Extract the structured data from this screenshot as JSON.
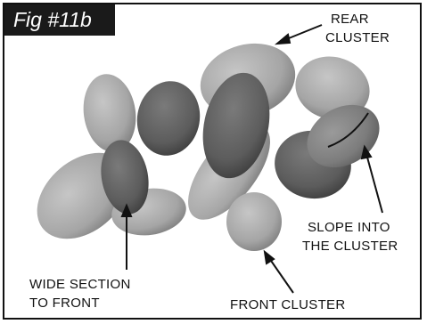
{
  "figure": {
    "tag": "Fig #11b",
    "labels": {
      "rear_cluster": [
        "REAR",
        "CLUSTER"
      ],
      "slope": [
        "SLOPE INTO",
        "THE CLUSTER"
      ],
      "wide_section": [
        "WIDE SECTION",
        "TO FRONT"
      ],
      "front_cluster": "FRONT CLUSTER"
    }
  },
  "colors": {
    "frame": "#111111",
    "tag_background": "#1a1a1a",
    "stone_light": "#aaaaaa",
    "stone_dark": "#5e5e5e"
  }
}
